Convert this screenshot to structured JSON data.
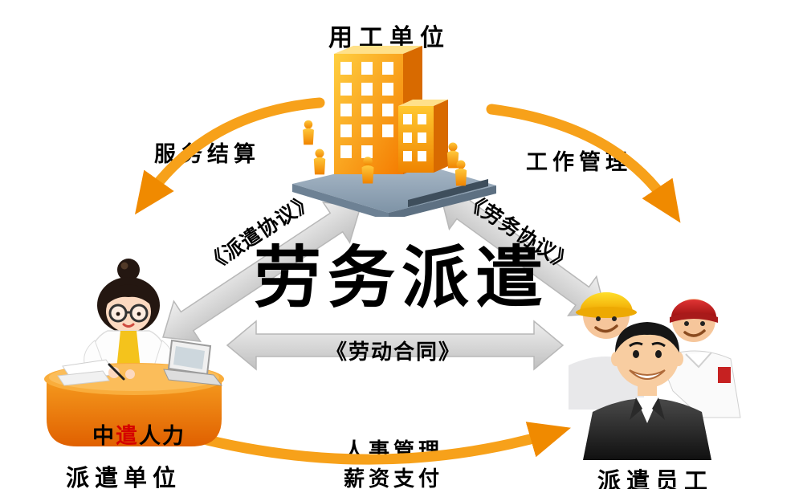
{
  "title": {
    "text": "劳务派遣"
  },
  "nodes": {
    "employer": {
      "label": "用工单位"
    },
    "agency": {
      "label": "派遣单位",
      "brand": {
        "part1": "中",
        "part2": "遣",
        "part3": "人力"
      }
    },
    "staff": {
      "label": "派遣员工"
    }
  },
  "relations": {
    "service_settlement": {
      "label": "服务结算"
    },
    "work_management": {
      "label": "工作管理"
    },
    "dispatch_agreement": {
      "label": "《派遣协议》"
    },
    "labor_service_agreement": {
      "label": "《劳务协议》"
    },
    "labor_contract": {
      "label": "《劳动合同》"
    },
    "hr_management": {
      "label": "人事管理"
    },
    "salary_payment": {
      "label": "薪资支付"
    }
  },
  "colors": {
    "arrow_orange": "#F7A11A",
    "agreement_arrow_gray": "#D9D9D9",
    "building_orange": "#F7941D",
    "platform_gray": "#8FA3B5",
    "desk_orange": "#EF8412",
    "brand_red": "#D40000",
    "helmet_yellow": "#FFD400",
    "cap_red": "#C62828",
    "suit_gray": "#2E2E2E",
    "text_black": "#000000",
    "background": "#FFFFFF"
  }
}
